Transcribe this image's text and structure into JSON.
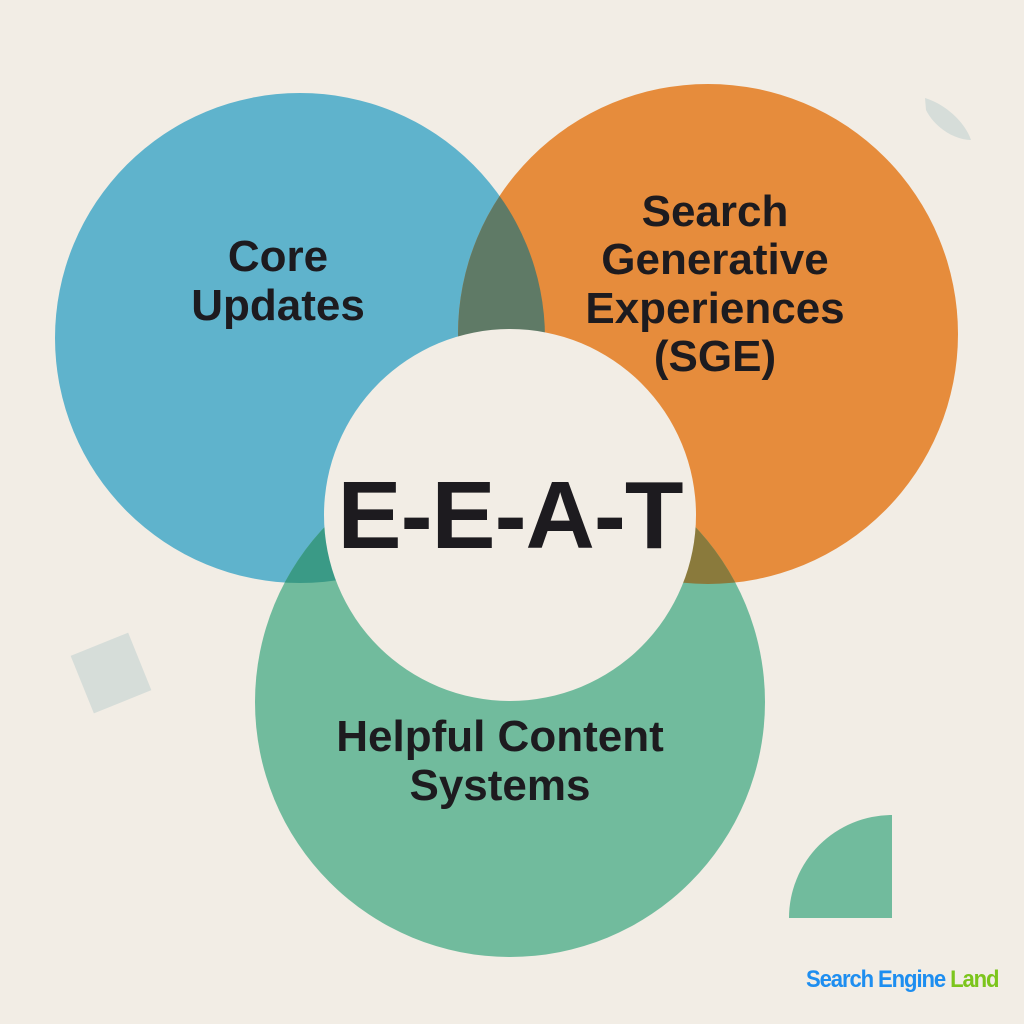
{
  "diagram": {
    "type": "venn",
    "center_label": "E-E-A-T",
    "circles": [
      {
        "id": "core-updates",
        "label": "Core\nUpdates",
        "color": "#5fb3cc"
      },
      {
        "id": "sge",
        "label": "Search\nGenerative\nExperiences\n(SGE)",
        "color": "#e68c3c"
      },
      {
        "id": "helpful-content",
        "label": "Helpful Content\nSystems",
        "color": "#71bb9d"
      }
    ],
    "overlap_colors": {
      "core_sge": "#5f7a66",
      "core_helpful": "#3a9a86",
      "sge_helpful": "#8a7a3c",
      "center": "#f2ede5"
    }
  },
  "decorations": {
    "leaf_color": "#d6ddd9",
    "square_color": "#d6ddd9",
    "quarter_circle_color": "#71bb9d"
  },
  "brand": {
    "part1": "Search Engine",
    "part2": "Land",
    "color1": "#1e8ef0",
    "color2": "#7cc51c"
  }
}
